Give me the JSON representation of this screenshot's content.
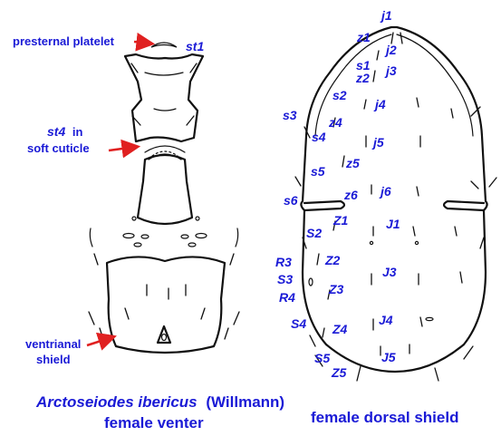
{
  "venter": {
    "labels": {
      "presternal": "presternal platelet",
      "st1": "st1",
      "st4_seta": "st4",
      "st4_rest": "in",
      "soft_cuticle": "soft cuticle",
      "ventrianal_1": "ventrianal",
      "ventrianal_2": "shield"
    }
  },
  "dorsal": {
    "setae_labels": [
      "j1",
      "z1",
      "j2",
      "s1",
      "z2",
      "j3",
      "s2",
      "j4",
      "s3",
      "z4",
      "s4",
      "j5",
      "z5",
      "s5",
      "j6",
      "s6",
      "z6",
      "Z1",
      "J1",
      "S2",
      "R3",
      "Z2",
      "S3",
      "J3",
      "R4",
      "Z3",
      "S4",
      "J4",
      "Z4",
      "S5",
      "J5",
      "Z5"
    ]
  },
  "caption": {
    "species": "Arctoseiodes ibericus",
    "author": "(Willmann)",
    "venter_sub": "female venter",
    "dorsal_sub": "female dorsal shield"
  },
  "colors": {
    "label": "#1a1ad6",
    "arrow": "#e02020",
    "line": "#111111"
  }
}
